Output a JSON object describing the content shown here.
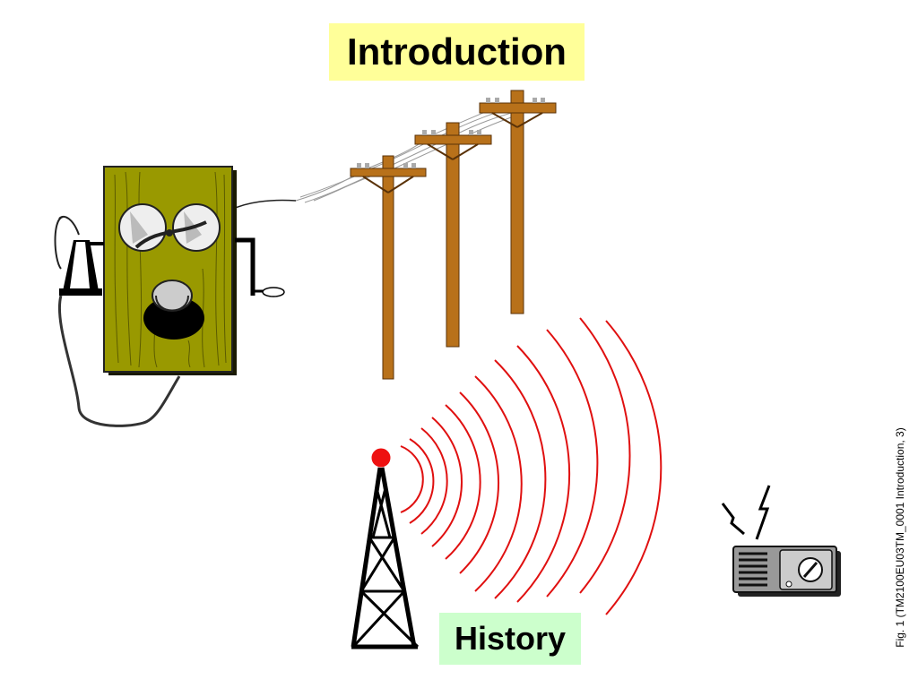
{
  "slide": {
    "title": "Introduction",
    "subtitle": "History",
    "caption": "Fig. 1 (TM2100EU03TM_0001 Introduction, 3)"
  },
  "colors": {
    "title_bg": "#ffff99",
    "subtitle_bg": "#ccffcc",
    "phone_wood": "#999900",
    "pole_wood": "#b8711a",
    "radio_waves": "#e01010",
    "tower_beacon": "#ee1111"
  },
  "illustrations": [
    "wall-telephone-icon",
    "telephone-pole-icon",
    "radio-tower-icon",
    "radio-waves-icon",
    "radio-receiver-icon"
  ]
}
